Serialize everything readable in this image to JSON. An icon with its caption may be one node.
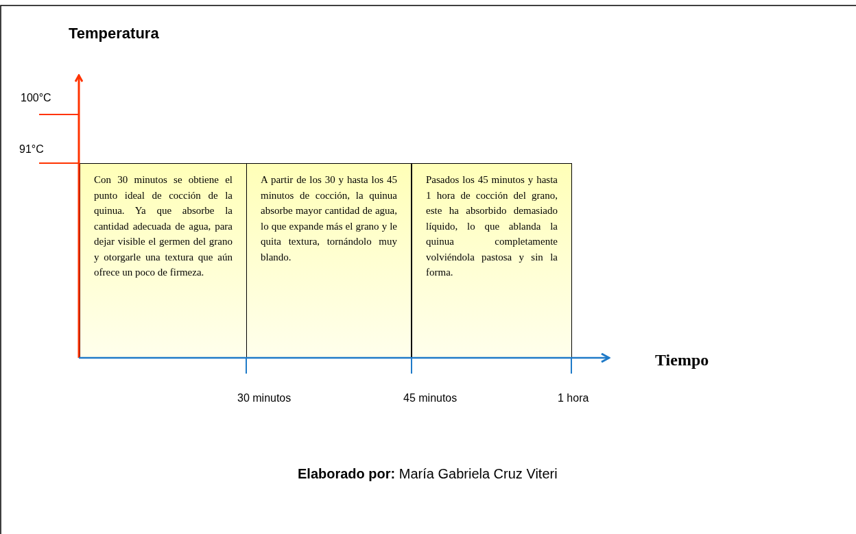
{
  "diagram": {
    "caption": "**Elaborado por:** María Gabriela Cruz Viteri",
    "nodes": [
      {
        "text": [
          "Con 30 minutos se obtiene el punto ideal de cocción de la quinua. Ya que absorbe la cantidad adecuada de agua, para dejar visible el germen del grano y otorgarle una textura que aún ofrece un poco de firmeza."
        ]
      },
      {
        "text": [
          "A partir de los 30 y hasta los 45 minutos de cocción, la quinua absorbe mayor cantidad de agua, lo que expande más el grano y le quita textura, tornándolo muy blando."
        ]
      },
      {
        "text": [
          "Pasados los 45 minutos y hasta 1 hora de cocción del grano, este ha absorbido demasiado líquido, lo que ablanda la quinua completamente volviéndola pastosa y sin la forma."
        ]
      }
    ],
    "edges": [],
    "labels": [
      "Temperatura",
      "100°C",
      "91°C",
      "Tiempo",
      "30 minutos",
      "45 minutos",
      "1 hora"
    ]
  }
}
